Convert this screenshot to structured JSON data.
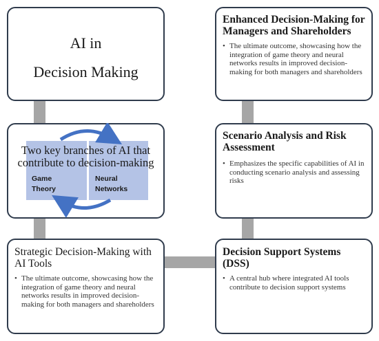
{
  "nodes": {
    "ai": {
      "line1": "AI in",
      "line2": "Decision Making"
    },
    "branches": {
      "text_line1": "Two key branches of AI that",
      "text_line2": "contribute to decision-making",
      "left_line1": "Game",
      "left_line2": "Theory",
      "right_line1": "Neural",
      "right_line2": "Networks"
    },
    "strategic": {
      "title": "Strategic Decision-Making with AI Tools",
      "bullet": "The ultimate outcome, showcasing how the integration of game theory and neural networks results in improved decision-making for both managers and shareholders"
    },
    "dss": {
      "title": "Decision Support Systems (DSS)",
      "bullet": "A central hub where integrated AI tools contribute to decision support systems"
    },
    "scenario": {
      "title": "Scenario Analysis and Risk Assessment",
      "bullet": "Emphasizes the specific capabilities of AI in conducting scenario analysis and assessing risks"
    },
    "enhanced": {
      "title": "Enhanced Decision-Making for Managers and Shareholders",
      "bullet": "The ultimate outcome, showcasing how the integration of game theory and neural networks results in improved decision-making for both managers and shareholders"
    }
  },
  "bullet_symbol": "•",
  "colors": {
    "border": "#2f3b4c",
    "connector": "#a6a6a6",
    "panel": "#b4c3e6",
    "arrow": "#4472c4"
  }
}
